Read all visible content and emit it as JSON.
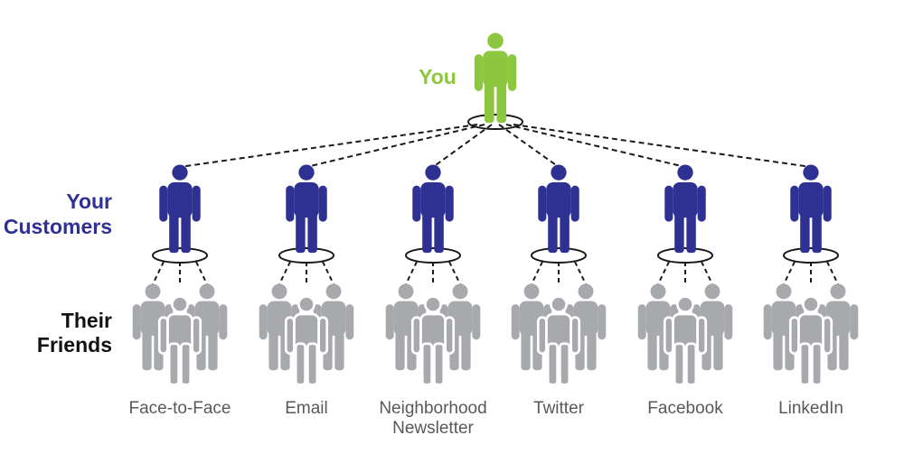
{
  "labels": {
    "you": "You",
    "customers_line1": "Your",
    "customers_line2": "Customers",
    "friends_line1": "Their",
    "friends_line2": "Friends"
  },
  "channels": [
    {
      "line1": "Face-to-Face",
      "line2": ""
    },
    {
      "line1": "Email",
      "line2": ""
    },
    {
      "line1": "Neighborhood",
      "line2": "Newsletter"
    },
    {
      "line1": "Twitter",
      "line2": ""
    },
    {
      "line1": "Facebook",
      "line2": ""
    },
    {
      "line1": "LinkedIn",
      "line2": ""
    }
  ],
  "colors": {
    "you": "#8dc63f",
    "customer": "#2e3192",
    "friend": "#a7a9ac",
    "connector": "#1a1a1a",
    "label_dark": "#111111",
    "channel_text": "#58595b"
  }
}
